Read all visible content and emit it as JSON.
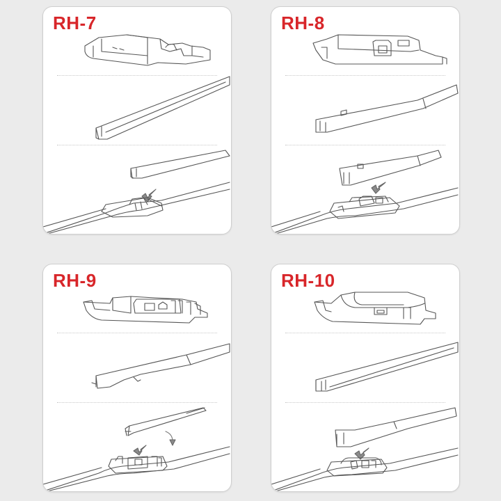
{
  "panels": [
    {
      "title": "RH-7"
    },
    {
      "title": "RH-8"
    },
    {
      "title": "RH-9"
    },
    {
      "title": "RH-10"
    }
  ],
  "colors": {
    "title": "#d8262a",
    "line": "#555555",
    "arrow": "#777777",
    "background": "#ebebeb",
    "panel": "#ffffff"
  },
  "icons": [
    "adapter-icon",
    "wiper-blade-icon",
    "insert-arrow-icon",
    "rotate-arrow-icon"
  ]
}
